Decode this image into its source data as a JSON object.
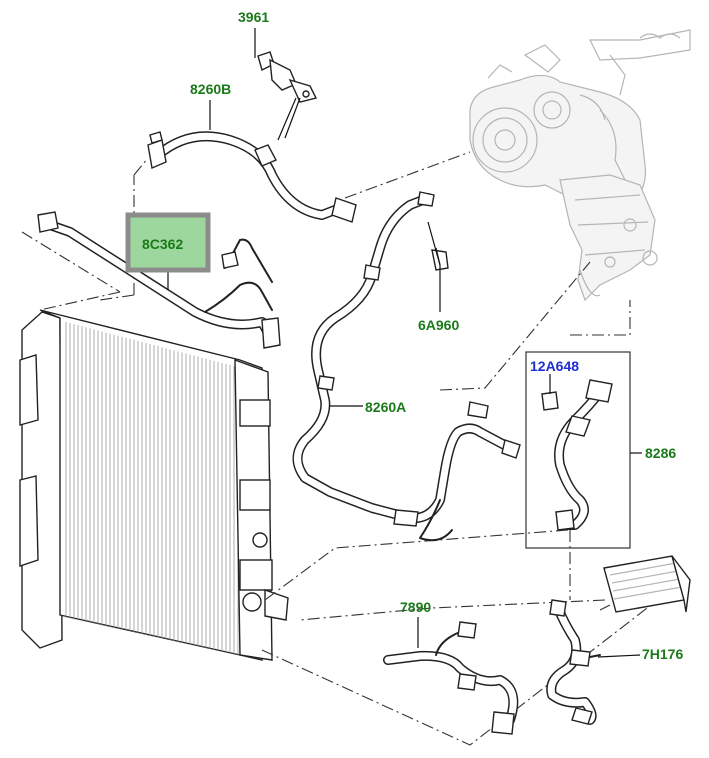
{
  "callouts": {
    "c3961": "3961",
    "c8260b": "8260B",
    "c8c362": "8C362",
    "c6a960": "6A960",
    "c8260a": "8260A",
    "c12a648": "12A648",
    "c8286": "8286",
    "c7890": "7890",
    "c7h176": "7H176"
  },
  "colors": {
    "callout_green": "#1a7a1a",
    "callout_blue": "#1f2fd0",
    "highlight_fill": "#9ed79e",
    "highlight_border": "#8c8c8c"
  },
  "highlighted_part": "8C362"
}
